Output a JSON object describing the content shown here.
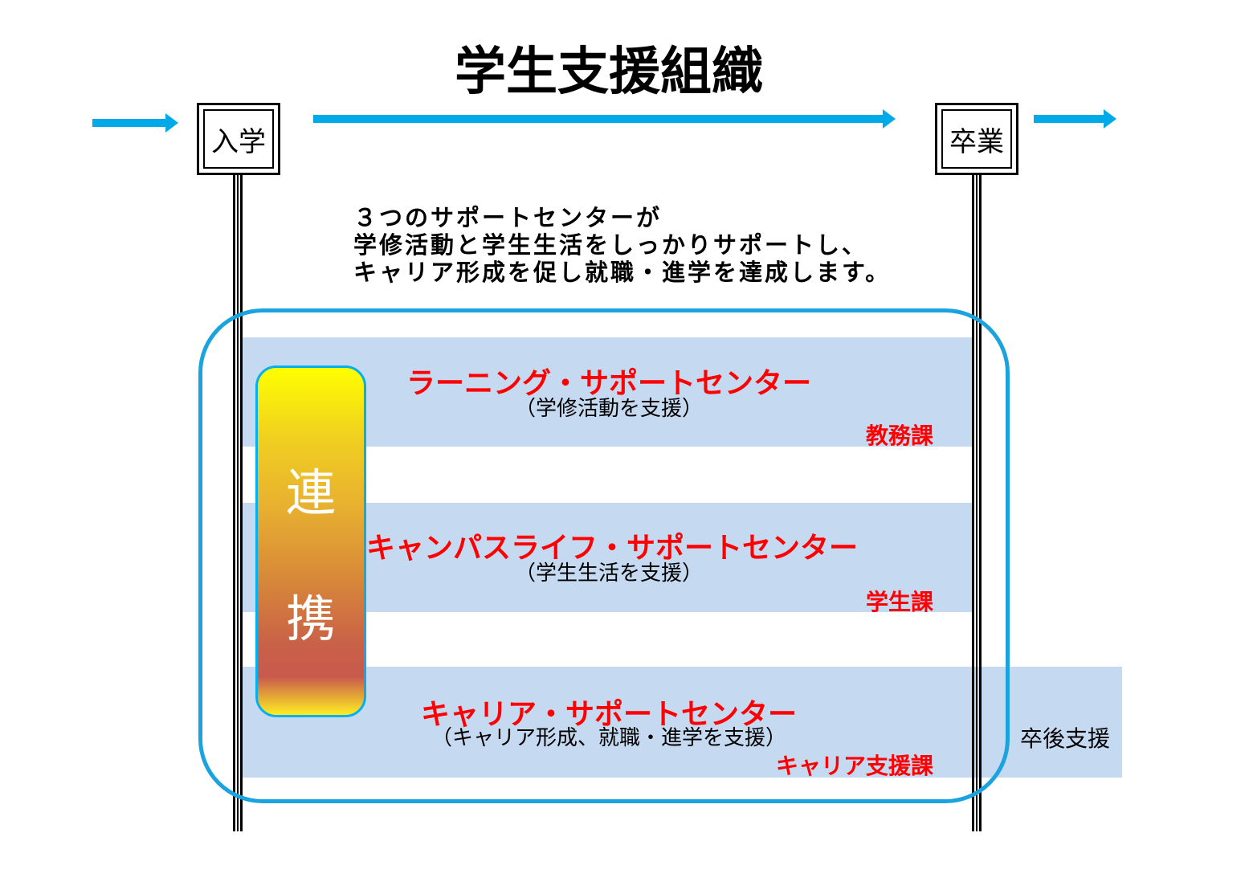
{
  "title": "学生支援組織",
  "timeline": {
    "start_label": "入学",
    "end_label": "卒業"
  },
  "intro": {
    "line1": "３つのサポートセンターが",
    "line2": "学修活動と学生生活をしっかりサポートし、",
    "line3": "キャリア形成を促し就職・進学を達成します。"
  },
  "cooperation": {
    "char1": "連",
    "char2": "携"
  },
  "centers": [
    {
      "name": "ラーニング・サポートセンター",
      "description": "（学修活動を支援）",
      "department": "教務課"
    },
    {
      "name": "キャンパスライフ・サポートセンター",
      "description": "（学生生活を支援）",
      "department": "学生課"
    },
    {
      "name": "キャリア・サポートセンター",
      "description": "（キャリア形成、就職・進学を支援）",
      "department": "キャリア支援課"
    }
  ],
  "after_graduation": "卒後支援",
  "colors": {
    "arrow": "#00a9e8",
    "band": "#c5d9f1",
    "outline": "#1aa3de",
    "center_text": "#ff0000"
  }
}
